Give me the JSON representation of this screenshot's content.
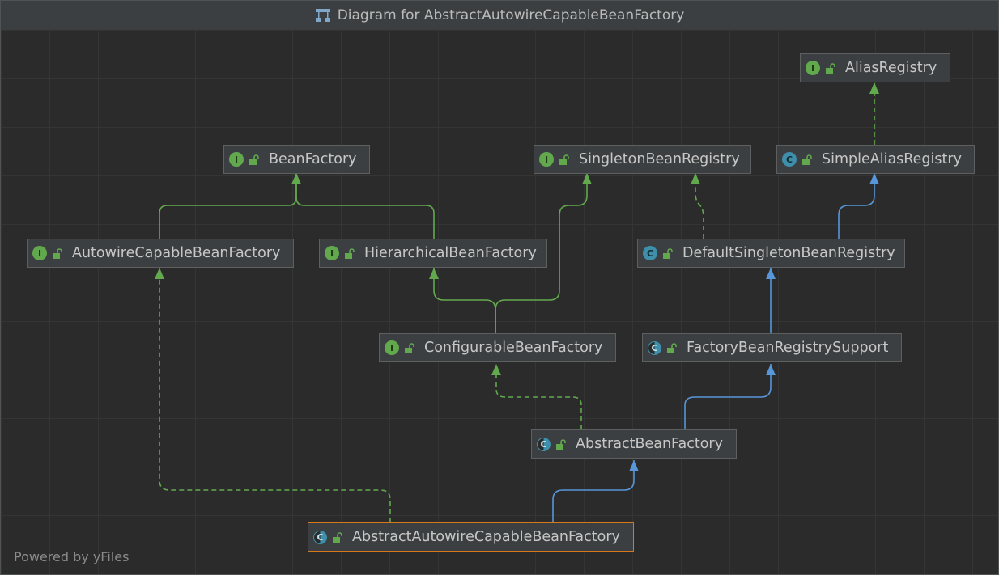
{
  "window": {
    "title": "Diagram for AbstractAutowireCapableBeanFactory",
    "powered_by": "Powered by yFiles"
  },
  "colors": {
    "interface_edge": "#62a94e",
    "class_edge": "#5796d9",
    "selected_border": "#d8781b",
    "interface_badge": "#62a94e",
    "class_badge": "#3f8faa"
  },
  "nodes": {
    "alias_registry": {
      "label": "AliasRegistry",
      "kind": "I"
    },
    "bean_factory": {
      "label": "BeanFactory",
      "kind": "I"
    },
    "singleton_bean_registry": {
      "label": "SingletonBeanRegistry",
      "kind": "I"
    },
    "simple_alias_registry": {
      "label": "SimpleAliasRegistry",
      "kind": "C"
    },
    "autowire_capable_bean_factory": {
      "label": "AutowireCapableBeanFactory",
      "kind": "I"
    },
    "hierarchical_bean_factory": {
      "label": "HierarchicalBeanFactory",
      "kind": "I"
    },
    "default_singleton_bean_registry": {
      "label": "DefaultSingletonBeanRegistry",
      "kind": "C"
    },
    "configurable_bean_factory": {
      "label": "ConfigurableBeanFactory",
      "kind": "I"
    },
    "factory_bean_registry_support": {
      "label": "FactoryBeanRegistrySupport",
      "kind": "C"
    },
    "abstract_bean_factory": {
      "label": "AbstractBeanFactory",
      "kind": "C"
    },
    "abstract_autowire_capable_bean_factory": {
      "label": "AbstractAutowireCapableBeanFactory",
      "kind": "C"
    }
  }
}
